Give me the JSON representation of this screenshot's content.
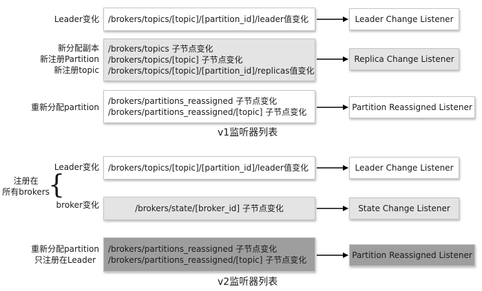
{
  "v1": {
    "caption": "v1监听器列表",
    "row1": {
      "label": "Leader变化",
      "path": "/brokers/topics/[topic]/[partition_id]/leader值变化",
      "listener": "Leader Change Listener"
    },
    "row2": {
      "labels": [
        "新分配副本",
        "新注册Partition",
        "新注册topic"
      ],
      "paths": [
        "/brokers/topics 子节点变化",
        "/brokers/topics/[topic] 子节点变化",
        "/brokers/topics/[topic]/[partition_id]/replicas值变化"
      ],
      "listener": "Replica Change Listener"
    },
    "row3": {
      "label": "重新分配partition",
      "paths": [
        "/brokers/partitions_reassigned 子节点变化",
        "/brokers/partitions_reassigned/[topic] 子节点变化"
      ],
      "listener": "Partition Reassigned Listener"
    }
  },
  "v2": {
    "caption": "v2监听器列表",
    "group_label": [
      "注册在",
      "所有brokers"
    ],
    "row1": {
      "label": "Leader变化",
      "path": "/brokers/topics/[topic]/[partition_id]/leader值变化",
      "listener": "Leader Change Listener"
    },
    "row2": {
      "label": "broker变化",
      "path": "/brokers/state/[broker_id] 子节点变化",
      "listener": "State Change Listener"
    },
    "row3": {
      "labels": [
        "重新分配partition",
        "只注册在Leader"
      ],
      "paths": [
        "/brokers/partitions_reassigned 子节点变化",
        "/brokers/partitions_reassigned/[topic] 子节点变化"
      ],
      "listener": "Partition Reassigned Listener"
    }
  },
  "colors": {
    "box_white": "#ffffff",
    "box_light": "#e4e4e4",
    "box_dark": "#9e9e9e"
  }
}
